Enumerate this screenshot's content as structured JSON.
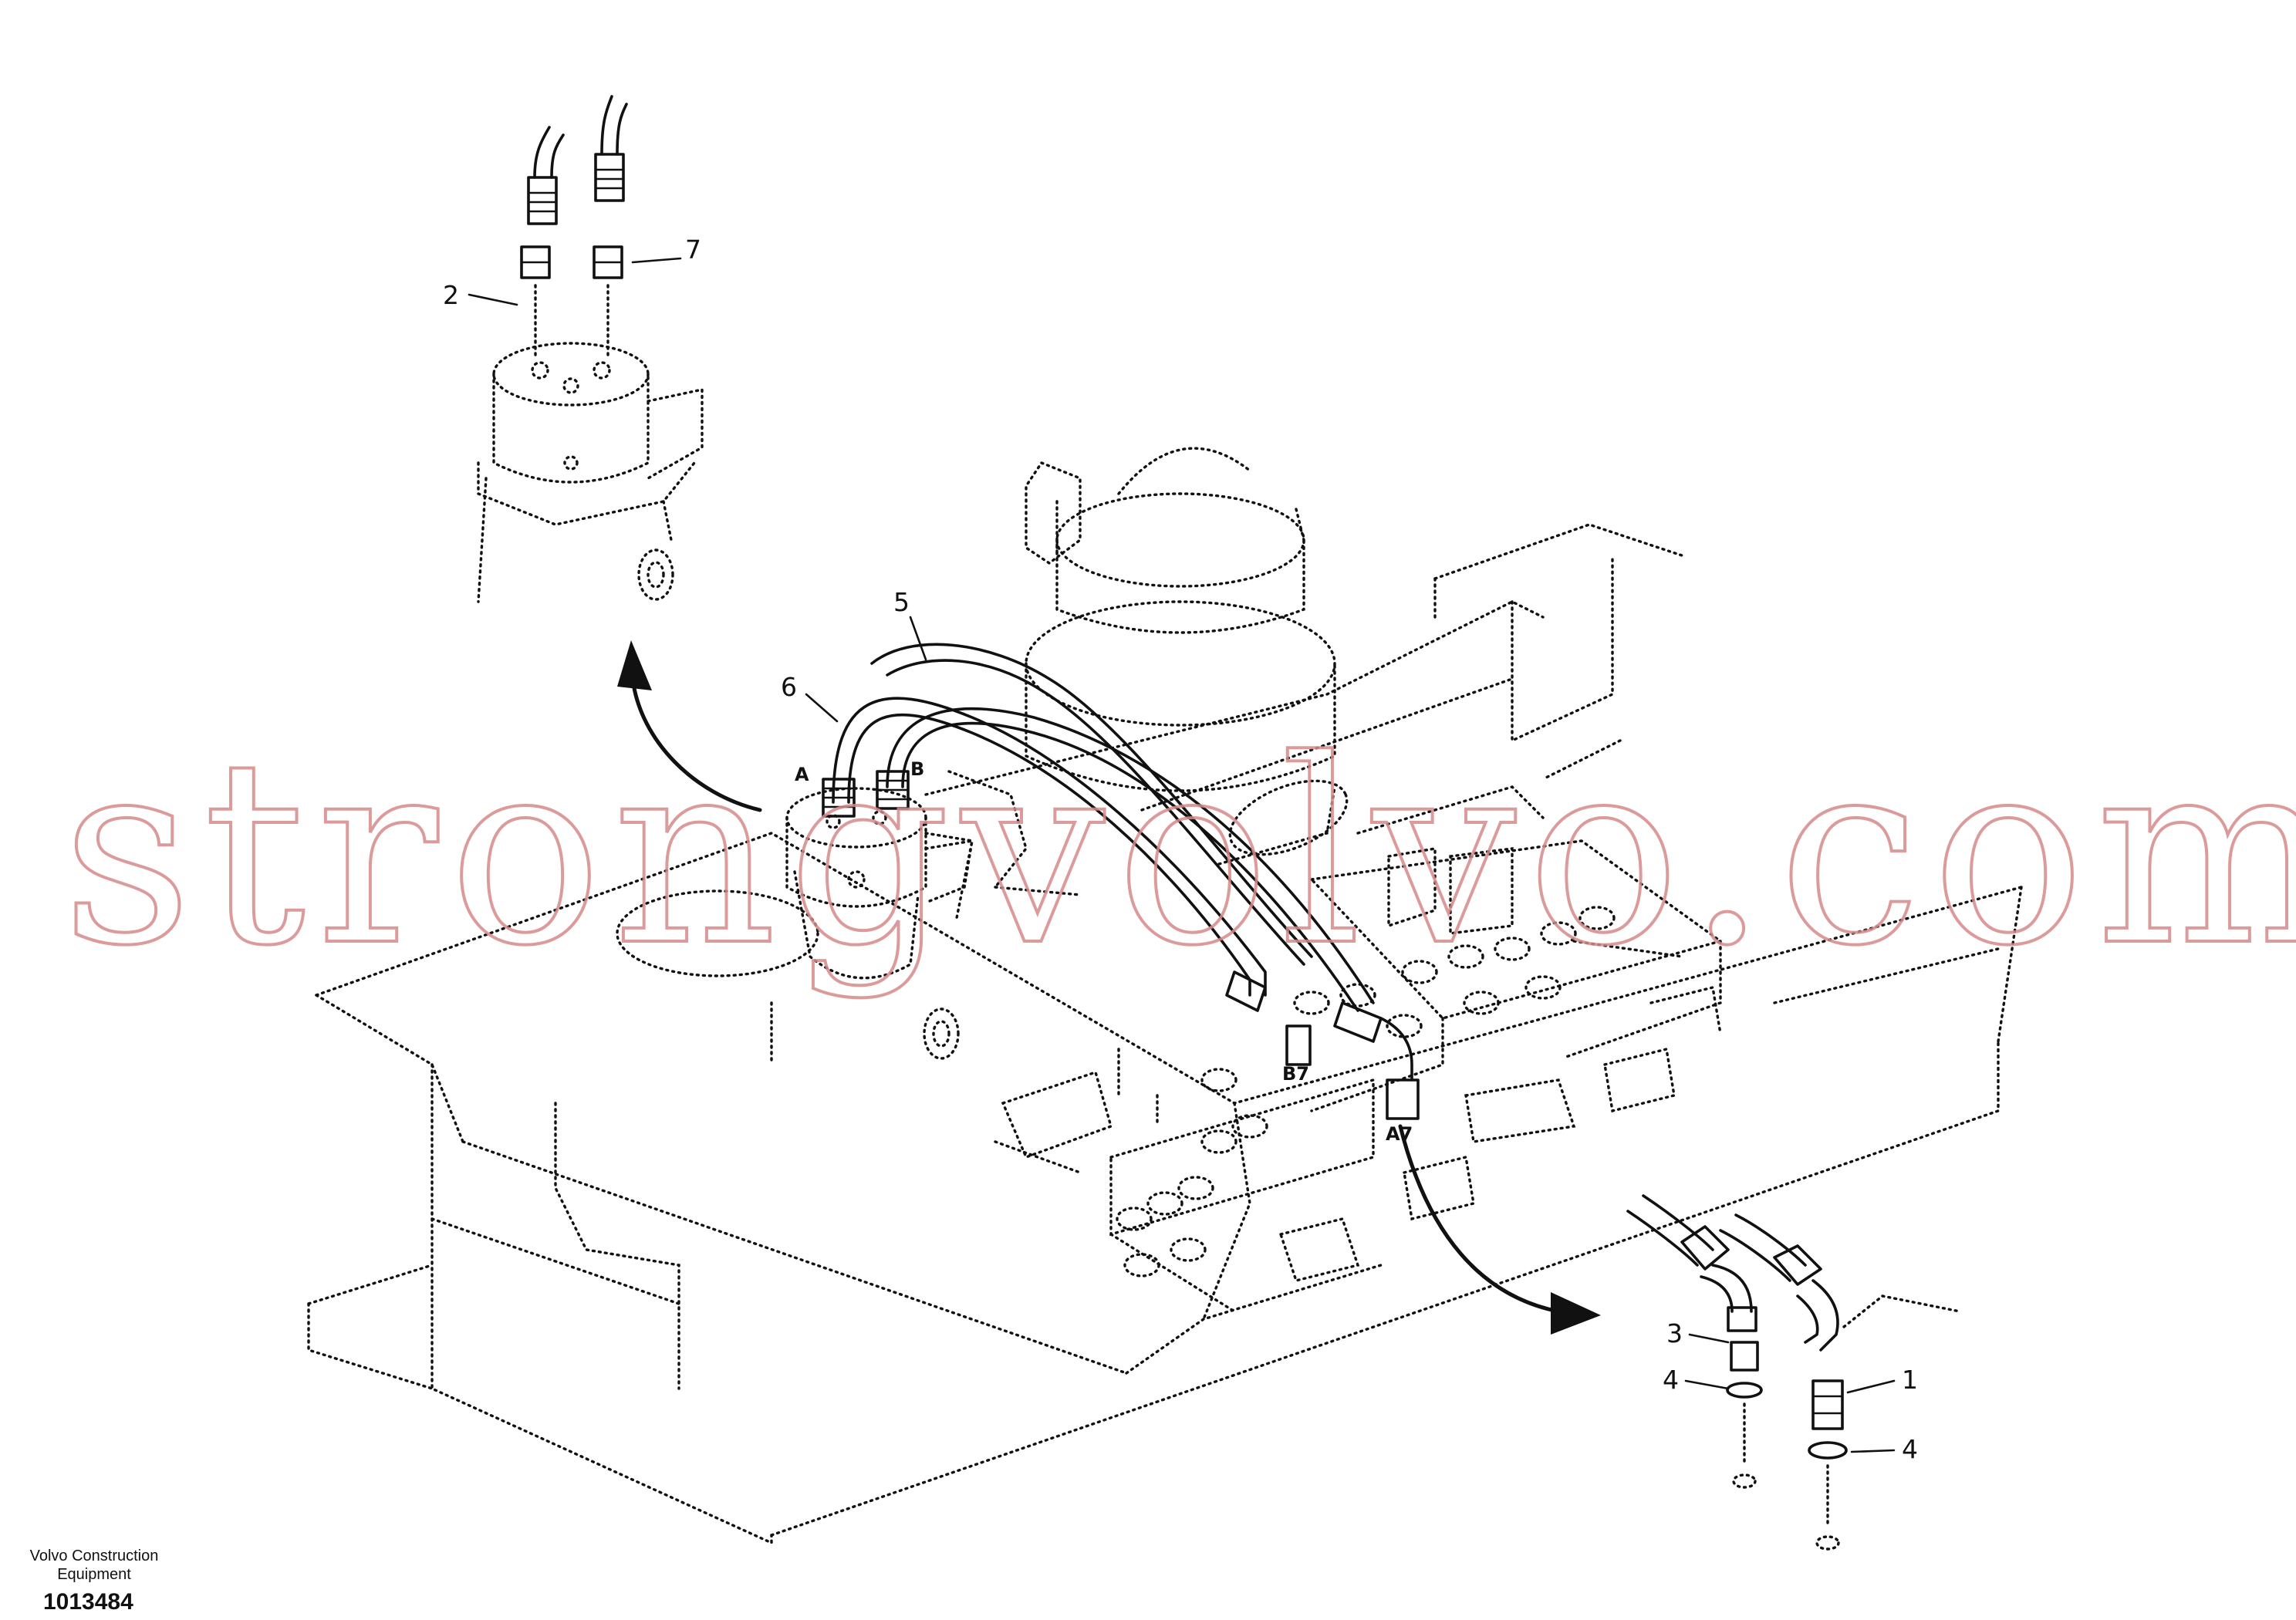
{
  "drawing": {
    "brand_line1": "Volvo Construction",
    "brand_line2": "Equipment",
    "document_number": "1013484",
    "watermark": "strongvolvo.com"
  },
  "callouts": [
    "1",
    "2",
    "3",
    "4",
    "4",
    "5",
    "6",
    "7"
  ],
  "port_labels": [
    "A",
    "B",
    "B7",
    "A7"
  ],
  "colors": {
    "line": "#111111",
    "watermark": "#d68a8a",
    "background": "#ffffff"
  }
}
